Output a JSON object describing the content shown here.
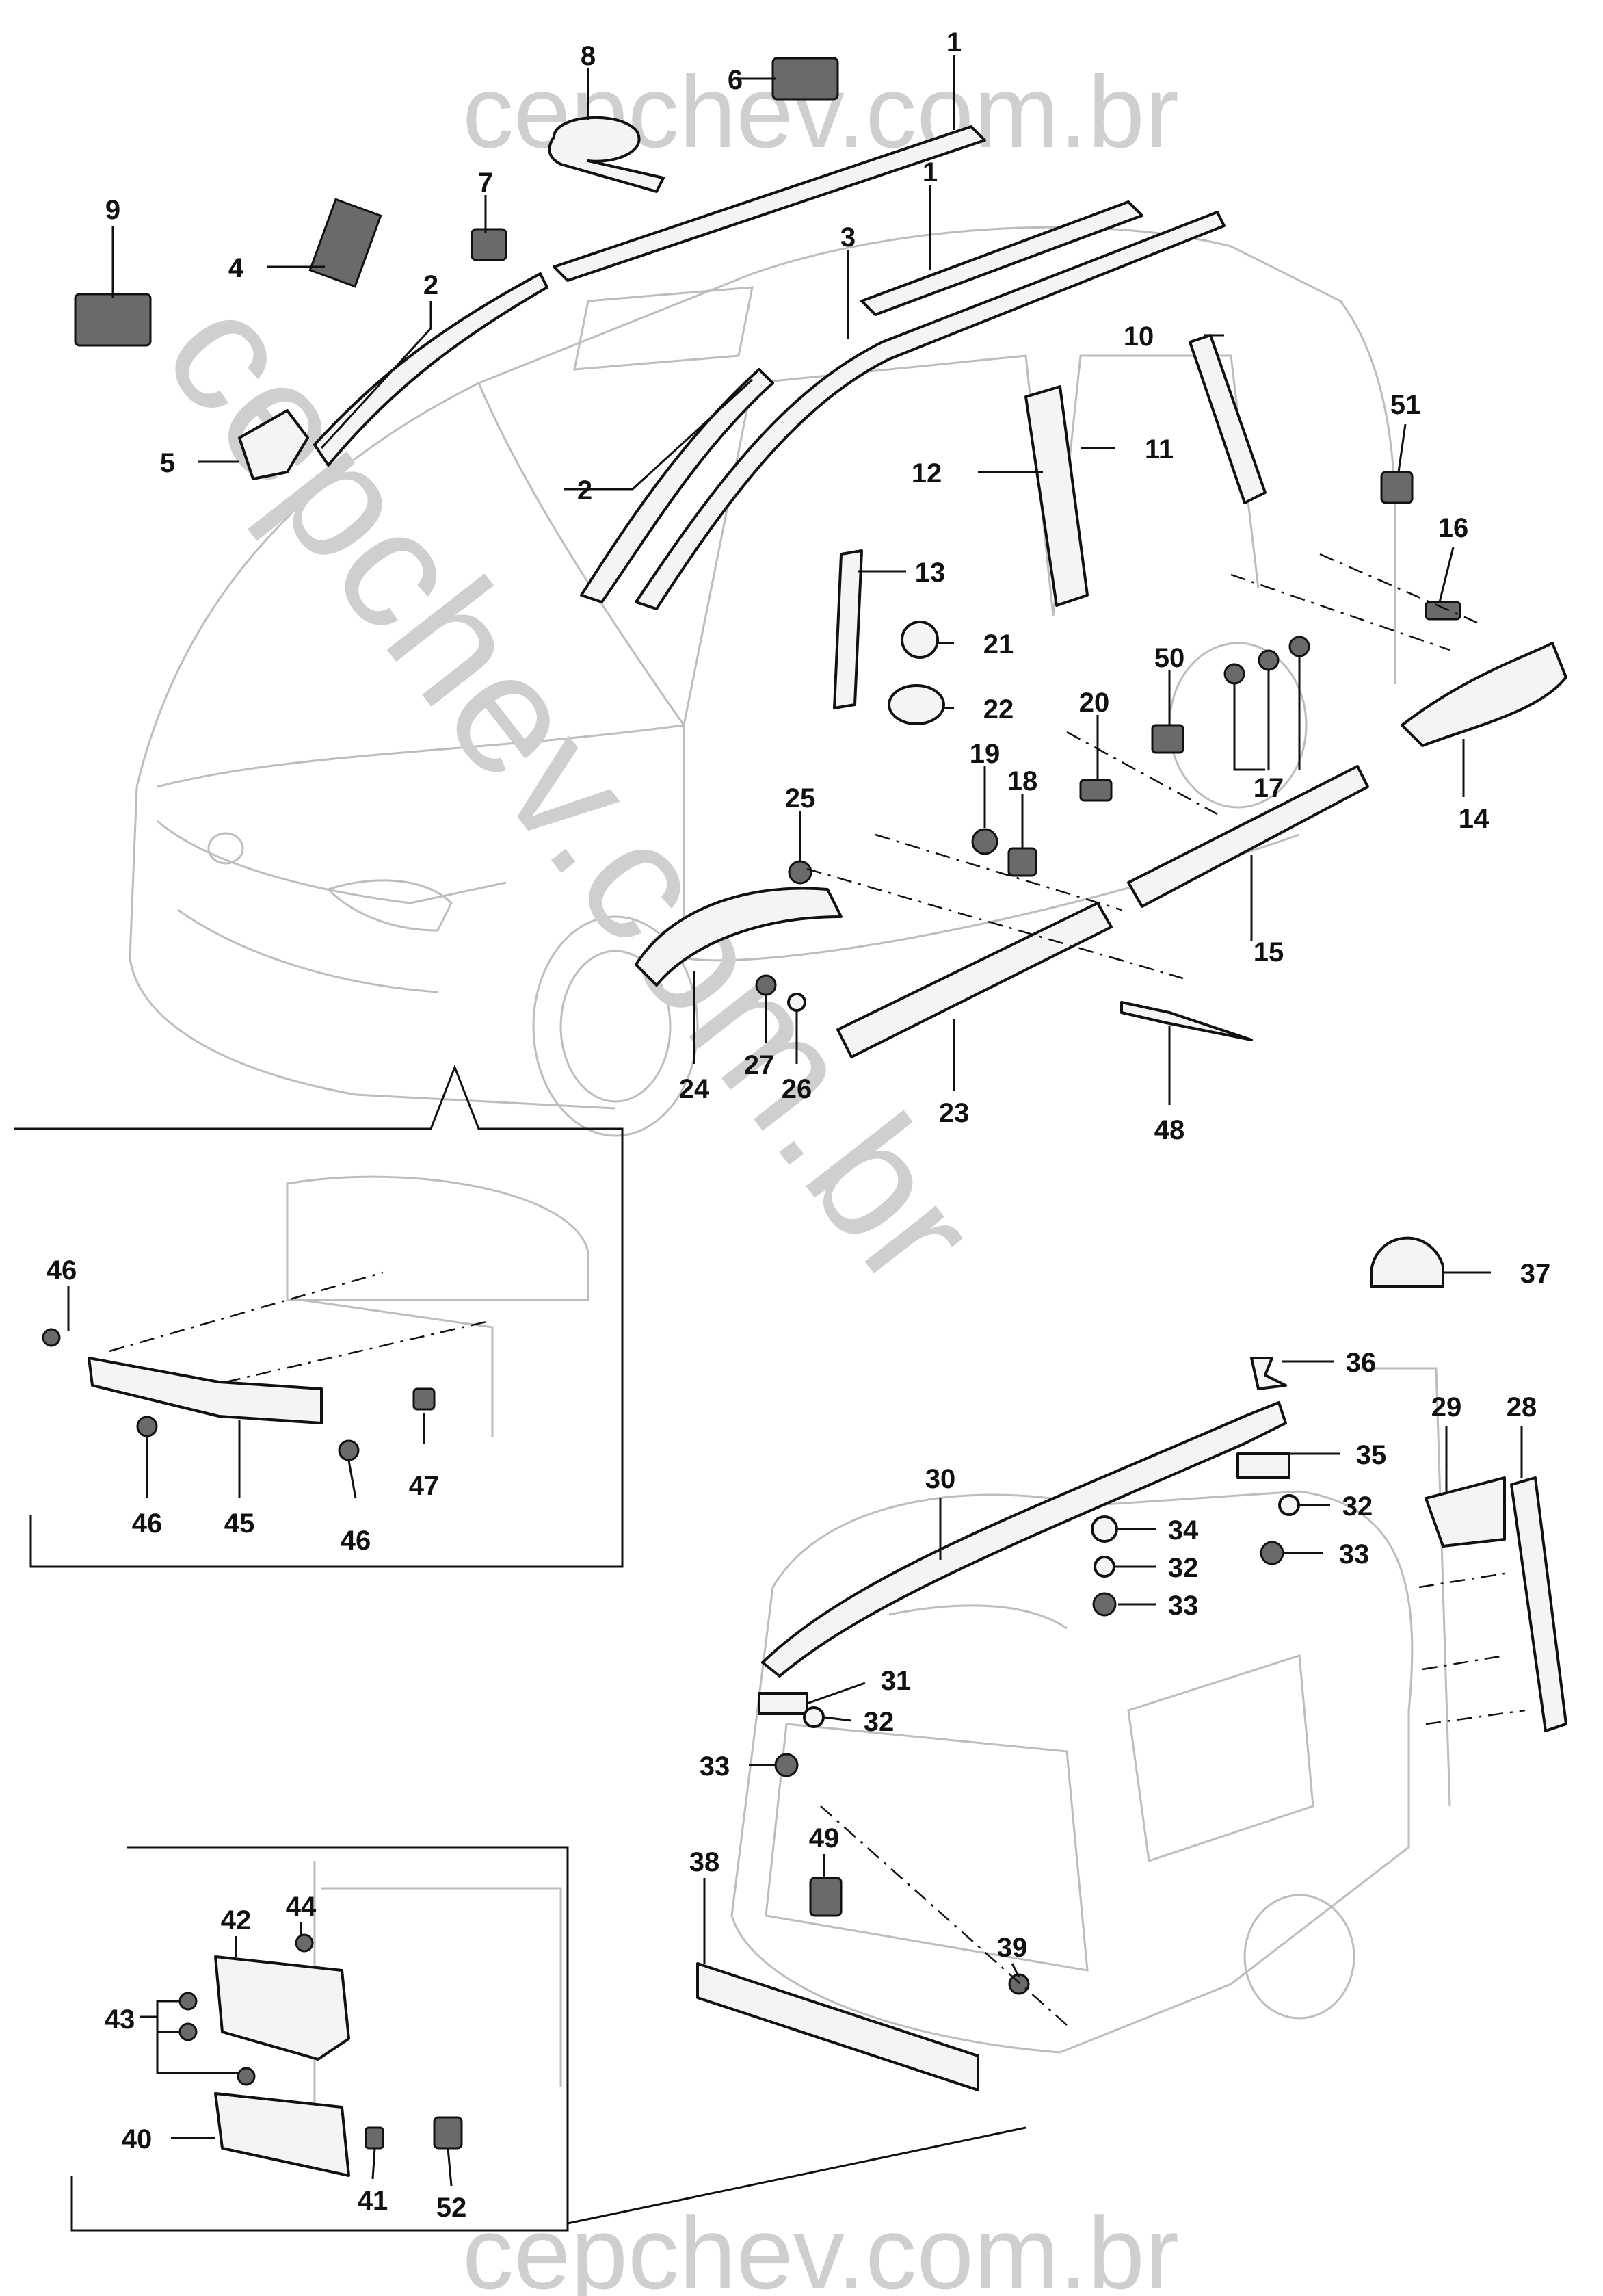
{
  "watermark": {
    "top": "cepchev.com.br",
    "diagonal": "cepchev.com.br",
    "bottom": "cepchev.com.br"
  },
  "callouts": [
    {
      "id": "c1a",
      "label": "1"
    },
    {
      "id": "c1b",
      "label": "1"
    },
    {
      "id": "c2a",
      "label": "2"
    },
    {
      "id": "c2b",
      "label": "2"
    },
    {
      "id": "c3",
      "label": "3"
    },
    {
      "id": "c4",
      "label": "4"
    },
    {
      "id": "c5",
      "label": "5"
    },
    {
      "id": "c6",
      "label": "6"
    },
    {
      "id": "c7",
      "label": "7"
    },
    {
      "id": "c8",
      "label": "8"
    },
    {
      "id": "c9",
      "label": "9"
    },
    {
      "id": "c10",
      "label": "10"
    },
    {
      "id": "c11",
      "label": "11"
    },
    {
      "id": "c12",
      "label": "12"
    },
    {
      "id": "c13",
      "label": "13"
    },
    {
      "id": "c14",
      "label": "14"
    },
    {
      "id": "c15",
      "label": "15"
    },
    {
      "id": "c16",
      "label": "16"
    },
    {
      "id": "c17",
      "label": "17"
    },
    {
      "id": "c18",
      "label": "18"
    },
    {
      "id": "c19",
      "label": "19"
    },
    {
      "id": "c20",
      "label": "20"
    },
    {
      "id": "c21",
      "label": "21"
    },
    {
      "id": "c22",
      "label": "22"
    },
    {
      "id": "c23",
      "label": "23"
    },
    {
      "id": "c24",
      "label": "24"
    },
    {
      "id": "c25",
      "label": "25"
    },
    {
      "id": "c26",
      "label": "26"
    },
    {
      "id": "c27",
      "label": "27"
    },
    {
      "id": "c28",
      "label": "28"
    },
    {
      "id": "c29",
      "label": "29"
    },
    {
      "id": "c30",
      "label": "30"
    },
    {
      "id": "c31",
      "label": "31"
    },
    {
      "id": "c32a",
      "label": "32"
    },
    {
      "id": "c32b",
      "label": "32"
    },
    {
      "id": "c32c",
      "label": "32"
    },
    {
      "id": "c33a",
      "label": "33"
    },
    {
      "id": "c33b",
      "label": "33"
    },
    {
      "id": "c33c",
      "label": "33"
    },
    {
      "id": "c34",
      "label": "34"
    },
    {
      "id": "c35",
      "label": "35"
    },
    {
      "id": "c36",
      "label": "36"
    },
    {
      "id": "c37",
      "label": "37"
    },
    {
      "id": "c38",
      "label": "38"
    },
    {
      "id": "c39",
      "label": "39"
    },
    {
      "id": "c40",
      "label": "40"
    },
    {
      "id": "c41",
      "label": "41"
    },
    {
      "id": "c42",
      "label": "42"
    },
    {
      "id": "c43",
      "label": "43"
    },
    {
      "id": "c44",
      "label": "44"
    },
    {
      "id": "c45",
      "label": "45"
    },
    {
      "id": "c46a",
      "label": "46"
    },
    {
      "id": "c46b",
      "label": "46"
    },
    {
      "id": "c46c",
      "label": "46"
    },
    {
      "id": "c47",
      "label": "47"
    },
    {
      "id": "c48",
      "label": "48"
    },
    {
      "id": "c49",
      "label": "49"
    },
    {
      "id": "c50",
      "label": "50"
    },
    {
      "id": "c51",
      "label": "51"
    },
    {
      "id": "c52",
      "label": "52"
    }
  ]
}
